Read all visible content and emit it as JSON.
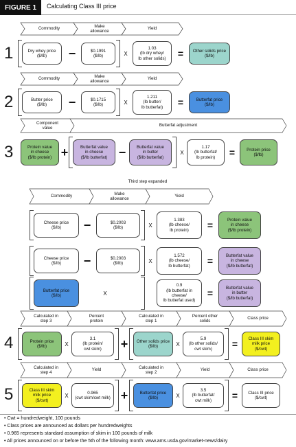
{
  "title": {
    "label": "FIGURE 1",
    "text": "Calculating Class III price"
  },
  "colors": {
    "teal": "#9cd5cc",
    "blue": "#4a90e0",
    "lavender": "#c8b5e0",
    "green": "#8cc47a",
    "yellow": "#f3f01f"
  },
  "steps": {
    "s1": {
      "num": "1",
      "hdr": [
        "Commodity",
        "Make\nallowance",
        "Yield"
      ],
      "a": "Dry whey price\n($/lb)",
      "b": "$0.1991\n($/lb)",
      "c": "1.03\n(lb dry whey/\nlb other solids)",
      "d": "Other solids price\n($/lb)"
    },
    "s2": {
      "num": "2",
      "hdr": [
        "Commodity",
        "Make\nallowance",
        "Yield"
      ],
      "a": "Butter price\n($/lb)",
      "b": "$0.1715\n($/lb)",
      "c": "1.211\n(lb butter/\nlb butterfat)",
      "d": "Butterfat price\n($/lb)"
    },
    "s3": {
      "num": "3",
      "hdr": [
        "Component\nvalue",
        "Butterfat adjustment"
      ],
      "a": "Protein value\nin cheese\n($/lb protein)",
      "b": "Butterfat value\nin cheese\n($/lb butterfat)",
      "c": "Butterfat value\nin butter\n($/lb butterfat)",
      "d": "1.17\n(lb butterfat/\nlb protein)",
      "e": "Protein price\n($/lb)"
    },
    "expanded": {
      "title": "Third step expanded",
      "hdr": [
        "Commodity",
        "Make\nallowance",
        "Yield"
      ],
      "r1": {
        "a": "Cheese price\n($/lb)",
        "b": "$0.2003\n($/lb)",
        "c": "1.383\n(lb cheese/\nlb protein)",
        "d": "Protein value\nin cheese\n($/lb protein)"
      },
      "r2": {
        "a": "Cheese price\n($/lb)",
        "b": "$0.2003\n($/lb)",
        "c": "1.572\n(lb cheese/\nlb butterfat)",
        "d": "Butterfat value\nin cheese\n($/lb butterfat)"
      },
      "r3": {
        "a": "Butterfat price\n($/lb)",
        "c": "0.9\n(lb butterfat in cheese/\nlb butterfat used)",
        "d": "Butterfat value\nin butter\n($/lb butterfat)"
      }
    },
    "s4": {
      "num": "4",
      "hdr": [
        "Calculated in\nstep 3",
        "Percent\nprotein",
        "Calculated in\nstep 1",
        "Percent other\nsolids",
        "Class price"
      ],
      "a": "Protein price\n($/lb)",
      "b": "3.1\n(lb protein/\ncwt skim)",
      "c": "Other solids price\n($/lb)",
      "d": "5.9\n(lb other solids/\ncwt skim)",
      "e": "Class III skim\nmilk price\n($/cwt)"
    },
    "s5": {
      "num": "5",
      "hdr": [
        "Calculated in\nstep 4",
        "Yield",
        "Calculated in\nstep 2",
        "Yield",
        "Class price"
      ],
      "a": "Class III skim\nmilk price\n($/cwt)",
      "b": "0.965\n(cwt skim/cwt milk)",
      "c": "Butterfat price\n($/lb)",
      "d": "3.5\n(lb butterfat/\ncwt milk)",
      "e": "Class III price\n($/cwt)"
    }
  },
  "ops": {
    "minus": "−",
    "times": "X",
    "plus": "+",
    "equals": "="
  },
  "notes": [
    "• Cwt = hundredweight, 100 pounds",
    "• Class prices are announced as dollars per hundredweights",
    "• 0.965 represents standard assumption of skim in 100 pounds of milk",
    "• All prices announced on or before the 5th of the following month: www.ams.usda.gov/market-news/dairy"
  ]
}
